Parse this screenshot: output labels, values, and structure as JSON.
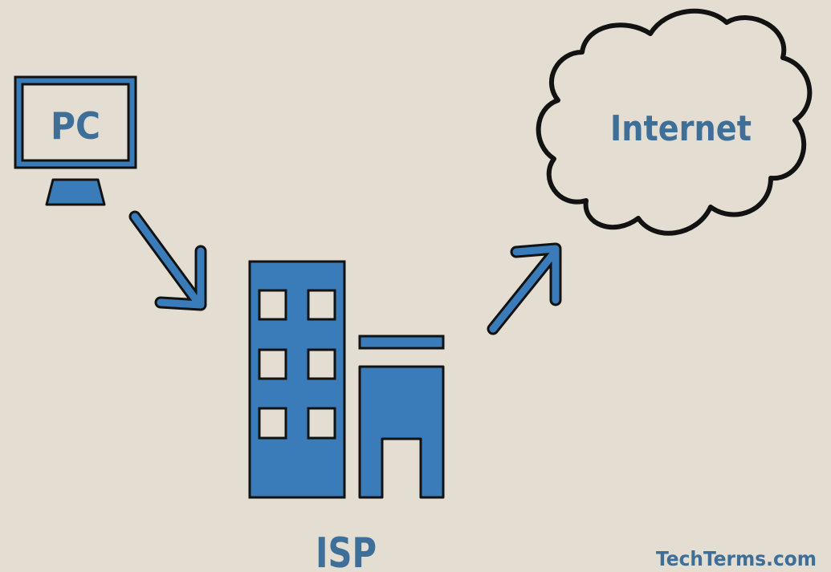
{
  "nodes": {
    "pc": {
      "label": "PC"
    },
    "isp": {
      "label": "ISP"
    },
    "internet": {
      "label": "Internet"
    }
  },
  "credit": "TechTerms.com",
  "colors": {
    "background": "#e3ddd2",
    "fill": "#3a7bba",
    "outline": "#121212",
    "text": "#3e6f99"
  },
  "edges": [
    {
      "from": "pc",
      "to": "isp"
    },
    {
      "from": "isp",
      "to": "internet"
    }
  ]
}
